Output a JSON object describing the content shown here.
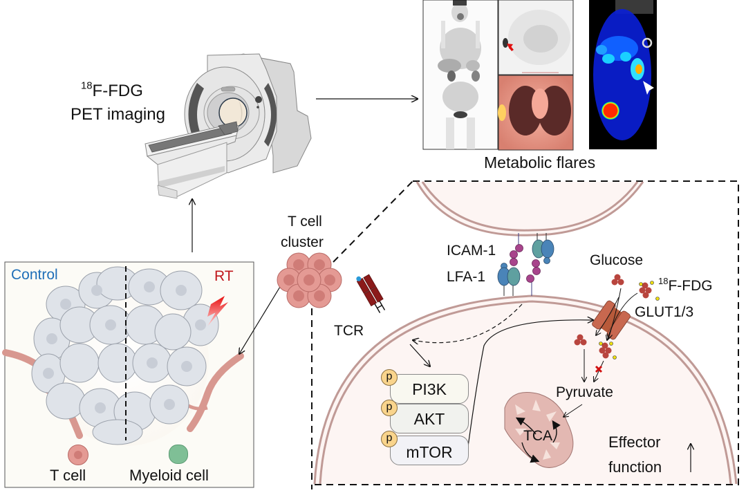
{
  "pet": {
    "isotope_sup": "18",
    "line1": "F-FDG",
    "line2": "PET imaging"
  },
  "imaging": {
    "caption": "Metabolic flares"
  },
  "tumor_panel": {
    "control_label": "Control",
    "rt_label": "RT",
    "legend_tcell": "T cell",
    "legend_myeloid": "Myeloid cell"
  },
  "cluster": {
    "line1": "T cell",
    "line2": "cluster"
  },
  "synapse": {
    "icam": "ICAM-1",
    "lfa": "LFA-1",
    "tcr": "TCR",
    "glucose": "Glucose",
    "fdg_sup": "18",
    "fdg": "F-FDG",
    "glut": "GLUT1/3",
    "pyruvate": "Pyruvate",
    "tca": "TCA",
    "effector_line1": "Effector",
    "effector_line2": "function",
    "phospho_marker": "p",
    "kinases": [
      "PI3K",
      "AKT",
      "mTOR"
    ]
  },
  "colors": {
    "control_blue": "#1f6fb8",
    "rt_red": "#c0161b",
    "membrane": "#b88a86",
    "cell_fill": "#fdf5f3",
    "tcell": "#d9807a",
    "myeloid": "#7fbf96",
    "glut": "#c8684f"
  }
}
